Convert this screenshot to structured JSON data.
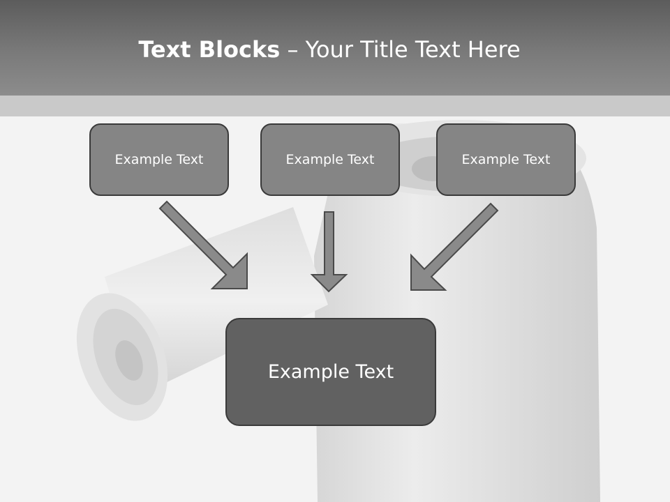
{
  "slide": {
    "title_bold": "Text Blocks",
    "title_rest": " – Your Title Text Here"
  },
  "blocks": {
    "top": [
      {
        "label": "Example Text"
      },
      {
        "label": "Example Text"
      },
      {
        "label": "Example Text"
      }
    ],
    "bottom": {
      "label": "Example Text"
    }
  },
  "colors": {
    "header": "#6e6e6e",
    "block_small": "#858585",
    "block_big": "#616161",
    "arrow_fill": "#8a8a8a",
    "border": "#3a3a3a"
  }
}
